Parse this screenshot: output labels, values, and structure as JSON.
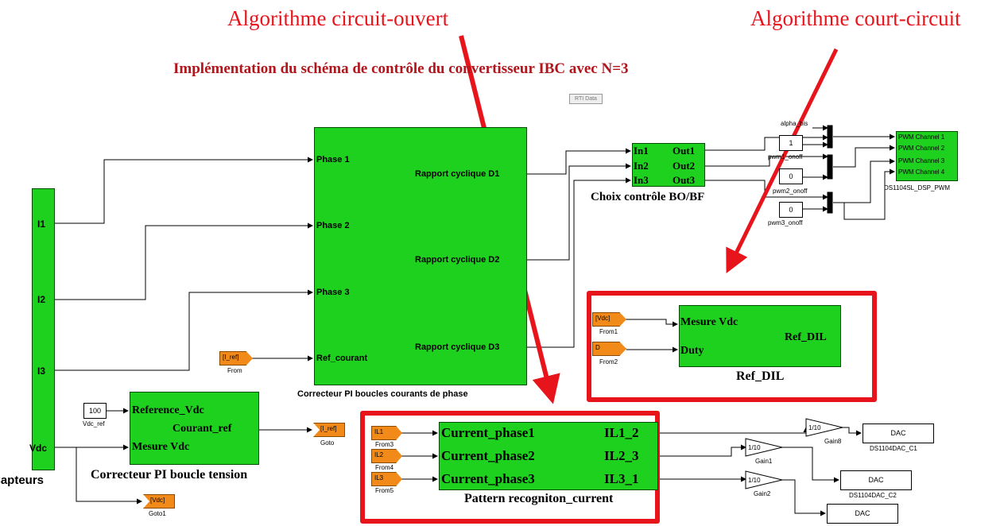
{
  "annotations": {
    "open_circuit": "Algorithme circuit-ouvert",
    "short_circuit": "Algorithme court-circuit"
  },
  "title": "Implémentation du schéma de contrôle du convertisseur IBC avec N=3",
  "rti_data": "RTI Data",
  "capteurs": {
    "label": "Capteurs",
    "ports": [
      "I1",
      "I2",
      "I3",
      "Vdc"
    ]
  },
  "pi_current": {
    "caption": "Correcteur PI boucles courants de phase",
    "inputs": [
      "Phase 1",
      "Phase 2",
      "Phase 3",
      "Ref_courant"
    ],
    "outputs": [
      "Rapport cyclique D1",
      "Rapport cyclique D2",
      "Rapport cyclique D3"
    ]
  },
  "choix": {
    "caption": "Choix contrôle BO/BF",
    "inputs": [
      "In1",
      "In2",
      "In3"
    ],
    "outputs": [
      "Out1",
      "Out2",
      "Out3"
    ]
  },
  "pwm": {
    "caption": "DS1104SL_DSP_PWM",
    "channels": [
      "PWM Channel 1",
      "PWM Channel 2",
      "PWM Channel 3",
      "PWM Channel 4"
    ],
    "alpha_label": "alpha_bis",
    "onoff": [
      {
        "value": "1",
        "label": "pwm1_onoff"
      },
      {
        "value": "0",
        "label": "pwm2_onoff"
      },
      {
        "value": "0",
        "label": "pwm3_onoff"
      }
    ]
  },
  "ref_dil": {
    "caption": "Ref_DIL",
    "inputs": [
      "Mesure Vdc",
      "Duty"
    ],
    "output": "Ref_DIL",
    "from_vdc": {
      "tag": "[Vdc]",
      "label": "From1"
    },
    "from_d": {
      "tag": "D",
      "label": "From2"
    }
  },
  "from_iref": {
    "tag": "[I_ref]",
    "label": "From"
  },
  "pi_voltage": {
    "caption": "Correcteur PI boucle tension",
    "inputs": [
      "Reference_Vdc",
      "Mesure Vdc"
    ],
    "output": "Courant_ref",
    "const": {
      "value": "100",
      "label": "Vdc_ref"
    },
    "goto": {
      "tag": "[I_ref]",
      "label": "Goto"
    },
    "goto1": {
      "tag": "[Vdc]",
      "label": "Goto1"
    }
  },
  "pattern": {
    "caption": "Pattern recogniton_current",
    "inputs": [
      "Current_phase1",
      "Current_phase2",
      "Current_phase3"
    ],
    "outputs": [
      "IL1_2",
      "IL2_3",
      "IL3_1"
    ],
    "froms": [
      {
        "tag": "IL1",
        "label": "From3"
      },
      {
        "tag": "IL2",
        "label": "From4"
      },
      {
        "tag": "IL3",
        "label": "From5"
      }
    ]
  },
  "gains": [
    {
      "value": "1/10",
      "label": "Gain8"
    },
    {
      "value": "1/10",
      "label": "Gain1"
    },
    {
      "value": "1/10",
      "label": "Gain2"
    }
  ],
  "dacs": [
    {
      "value": "DAC",
      "label": "DS1104DAC_C1"
    },
    {
      "value": "DAC",
      "label": "DS1104DAC_C2"
    },
    {
      "value": "DAC",
      "label": ""
    }
  ]
}
